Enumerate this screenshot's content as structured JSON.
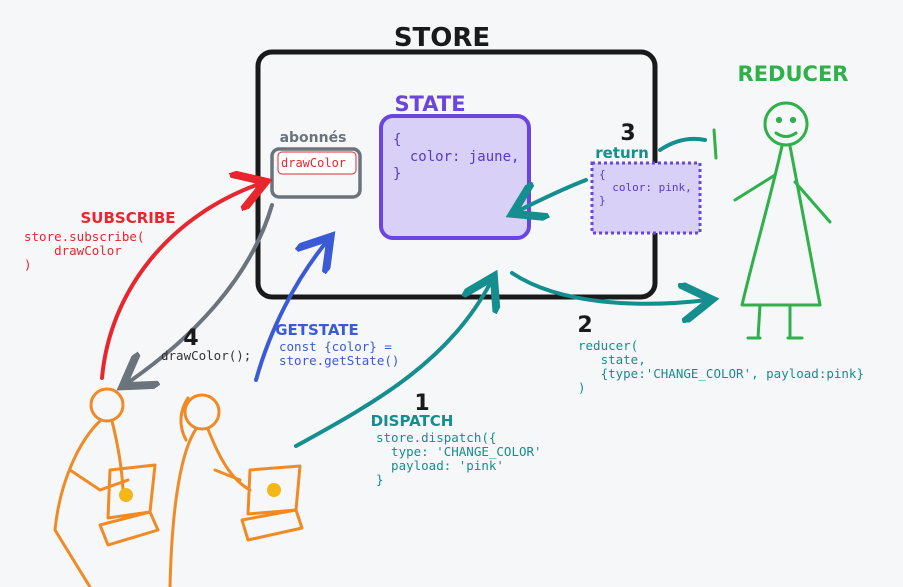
{
  "store": {
    "title": "STORE"
  },
  "state": {
    "title": "STATE",
    "lines": [
      "{",
      "  color: jaune,",
      "}"
    ]
  },
  "subscribers": {
    "title": "abonnés",
    "item": "drawColor"
  },
  "reducer": {
    "title": "REDUCER",
    "step": "3",
    "return_label": "return",
    "return_lines": [
      "{",
      "  color: pink,",
      "}"
    ]
  },
  "subscribe": {
    "title": "SUBSCRIBE",
    "lines": [
      "store.subscribe(",
      "    drawColor",
      ")"
    ]
  },
  "getstate": {
    "title": "GETSTATE",
    "lines": [
      "const {color} =",
      "store.getState()"
    ]
  },
  "notify": {
    "step": "4",
    "code": "drawColor();"
  },
  "dispatch": {
    "step": "1",
    "title": "DISPATCH",
    "lines": [
      "store.dispatch({",
      "  type: 'CHANGE_COLOR'",
      "  payload: 'pink'",
      "}"
    ]
  },
  "reduce_call": {
    "step": "2",
    "lines": [
      "reducer(",
      "   state,",
      "   {type:'CHANGE_COLOR', payload:pink}",
      ")"
    ]
  },
  "colors": {
    "store": "#1a1a1a",
    "state": "#6a45e0",
    "state_fill": "#d8d0f6",
    "subscribers": "#6b737c",
    "reducer": "#2fb04a",
    "teal": "#148e8e",
    "red": "#e8262e",
    "blue": "#3b5bd6",
    "grey": "#6b737c",
    "orange": "#f08a24",
    "yellow": "#f4b718"
  },
  "icons": [
    "reducer-stick-figure",
    "person-left",
    "person-right",
    "laptop"
  ]
}
